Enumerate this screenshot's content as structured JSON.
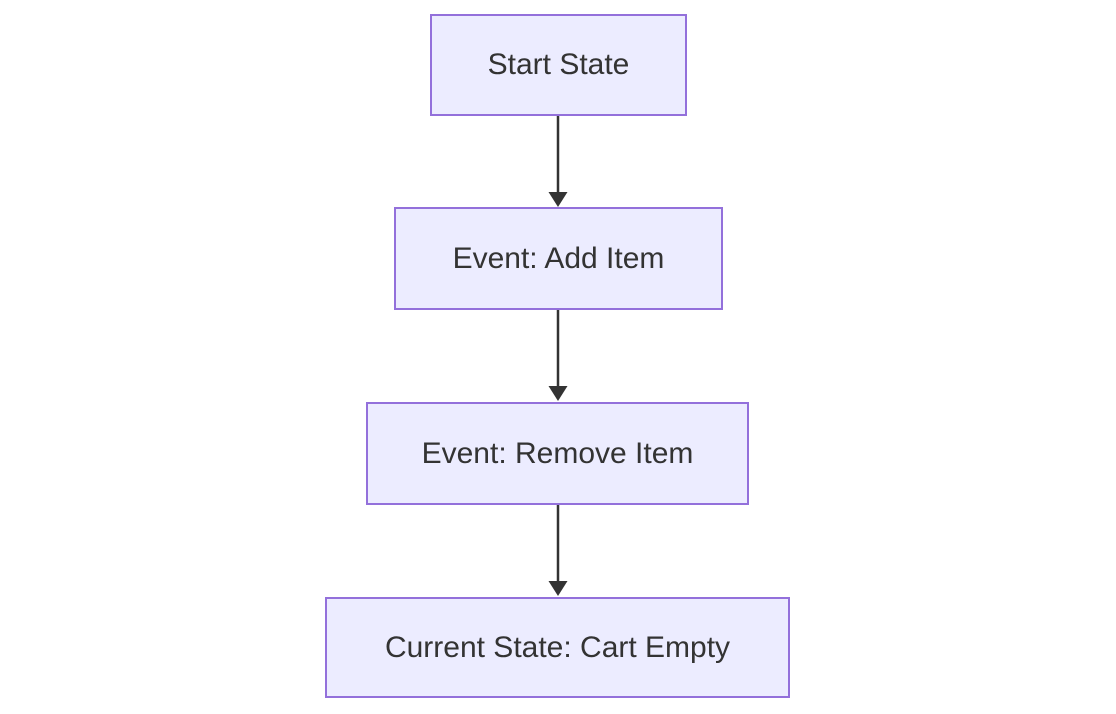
{
  "diagram": {
    "type": "flowchart",
    "direction": "top-down",
    "nodes": [
      {
        "id": "start",
        "label": "Start State"
      },
      {
        "id": "add",
        "label": "Event: Add Item"
      },
      {
        "id": "remove",
        "label": "Event: Remove Item"
      },
      {
        "id": "current",
        "label": "Current State: Cart Empty"
      }
    ],
    "edges": [
      {
        "from": "start",
        "to": "add"
      },
      {
        "from": "add",
        "to": "remove"
      },
      {
        "from": "remove",
        "to": "current"
      }
    ],
    "colors": {
      "background": "#FFFFFF",
      "node_fill": "#ECECFF",
      "node_border": "#9370DB",
      "node_text": "#333333",
      "arrow": "#333333"
    }
  }
}
